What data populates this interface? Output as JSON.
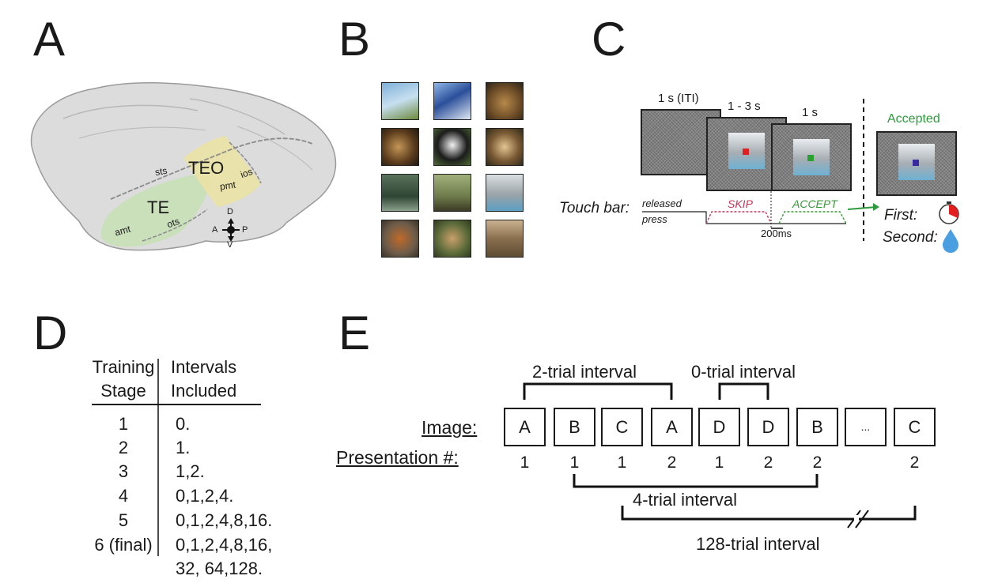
{
  "panels": {
    "a": "A",
    "b": "B",
    "c": "C",
    "d": "D",
    "e": "E"
  },
  "panel_a": {
    "region_big": [
      "TEO",
      "TE"
    ],
    "sulci": [
      "sts",
      "ios",
      "pmt",
      "amt",
      "ots"
    ],
    "compass": {
      "d": "D",
      "v": "V",
      "a": "A",
      "p": "P"
    },
    "colors": {
      "te": "#c8dfb8",
      "teo": "#e9e2a6",
      "brain": "#d9d9d9"
    }
  },
  "panel_b": {
    "thumb_icons": [
      "bird-icon",
      "bluejay-icon",
      "frog-icon",
      "lion-icon",
      "panda-icon",
      "owl-icon",
      "ducks-icon",
      "goose-icon",
      "elephant-icon",
      "fox-icon",
      "deer-icon",
      "giraffe-icon"
    ]
  },
  "panel_c": {
    "iti_label": "1 s (ITI)",
    "stim_label": "1 - 3 s",
    "one_s_label": "1 s",
    "accepted_label": "Accepted",
    "touch_bar_label": "Touch bar:",
    "released_label": "released",
    "press_label": "press",
    "skip_label": "SKIP",
    "accept_label": "ACCEPT",
    "ms_label": "200ms",
    "first_label": "First:",
    "second_label": "Second:",
    "colors": {
      "skip": "#c23a5a",
      "accept": "#3a9a3a",
      "accepted": "#2e9a3e",
      "arrow": "#2e9a3e"
    }
  },
  "panel_d": {
    "header_col1": [
      "Training",
      "Stage"
    ],
    "header_col2": [
      "Intervals",
      "Included"
    ],
    "rows": [
      {
        "stage": "1",
        "intervals": "0."
      },
      {
        "stage": "2",
        "intervals": "1."
      },
      {
        "stage": "3",
        "intervals": "1,2."
      },
      {
        "stage": "4",
        "intervals": "0,1,2,4."
      },
      {
        "stage": "5",
        "intervals": "0,1,2,4,8,16."
      },
      {
        "stage": "6 (final)",
        "intervals": "0,1,2,4,8,16,"
      }
    ],
    "continuation": "32, 64,128."
  },
  "panel_e": {
    "image_label": "Image:",
    "presentation_label": "Presentation #:",
    "images": [
      "A",
      "B",
      "C",
      "A",
      "D",
      "D",
      "B",
      "...",
      "C"
    ],
    "presentations": [
      "1",
      "1",
      "1",
      "2",
      "1",
      "2",
      "2",
      "",
      "2"
    ],
    "brackets": {
      "two_trial": "2-trial interval",
      "zero_trial": "0-trial interval",
      "four_trial": "4-trial interval",
      "one_twenty_eight": "128-trial interval"
    }
  }
}
